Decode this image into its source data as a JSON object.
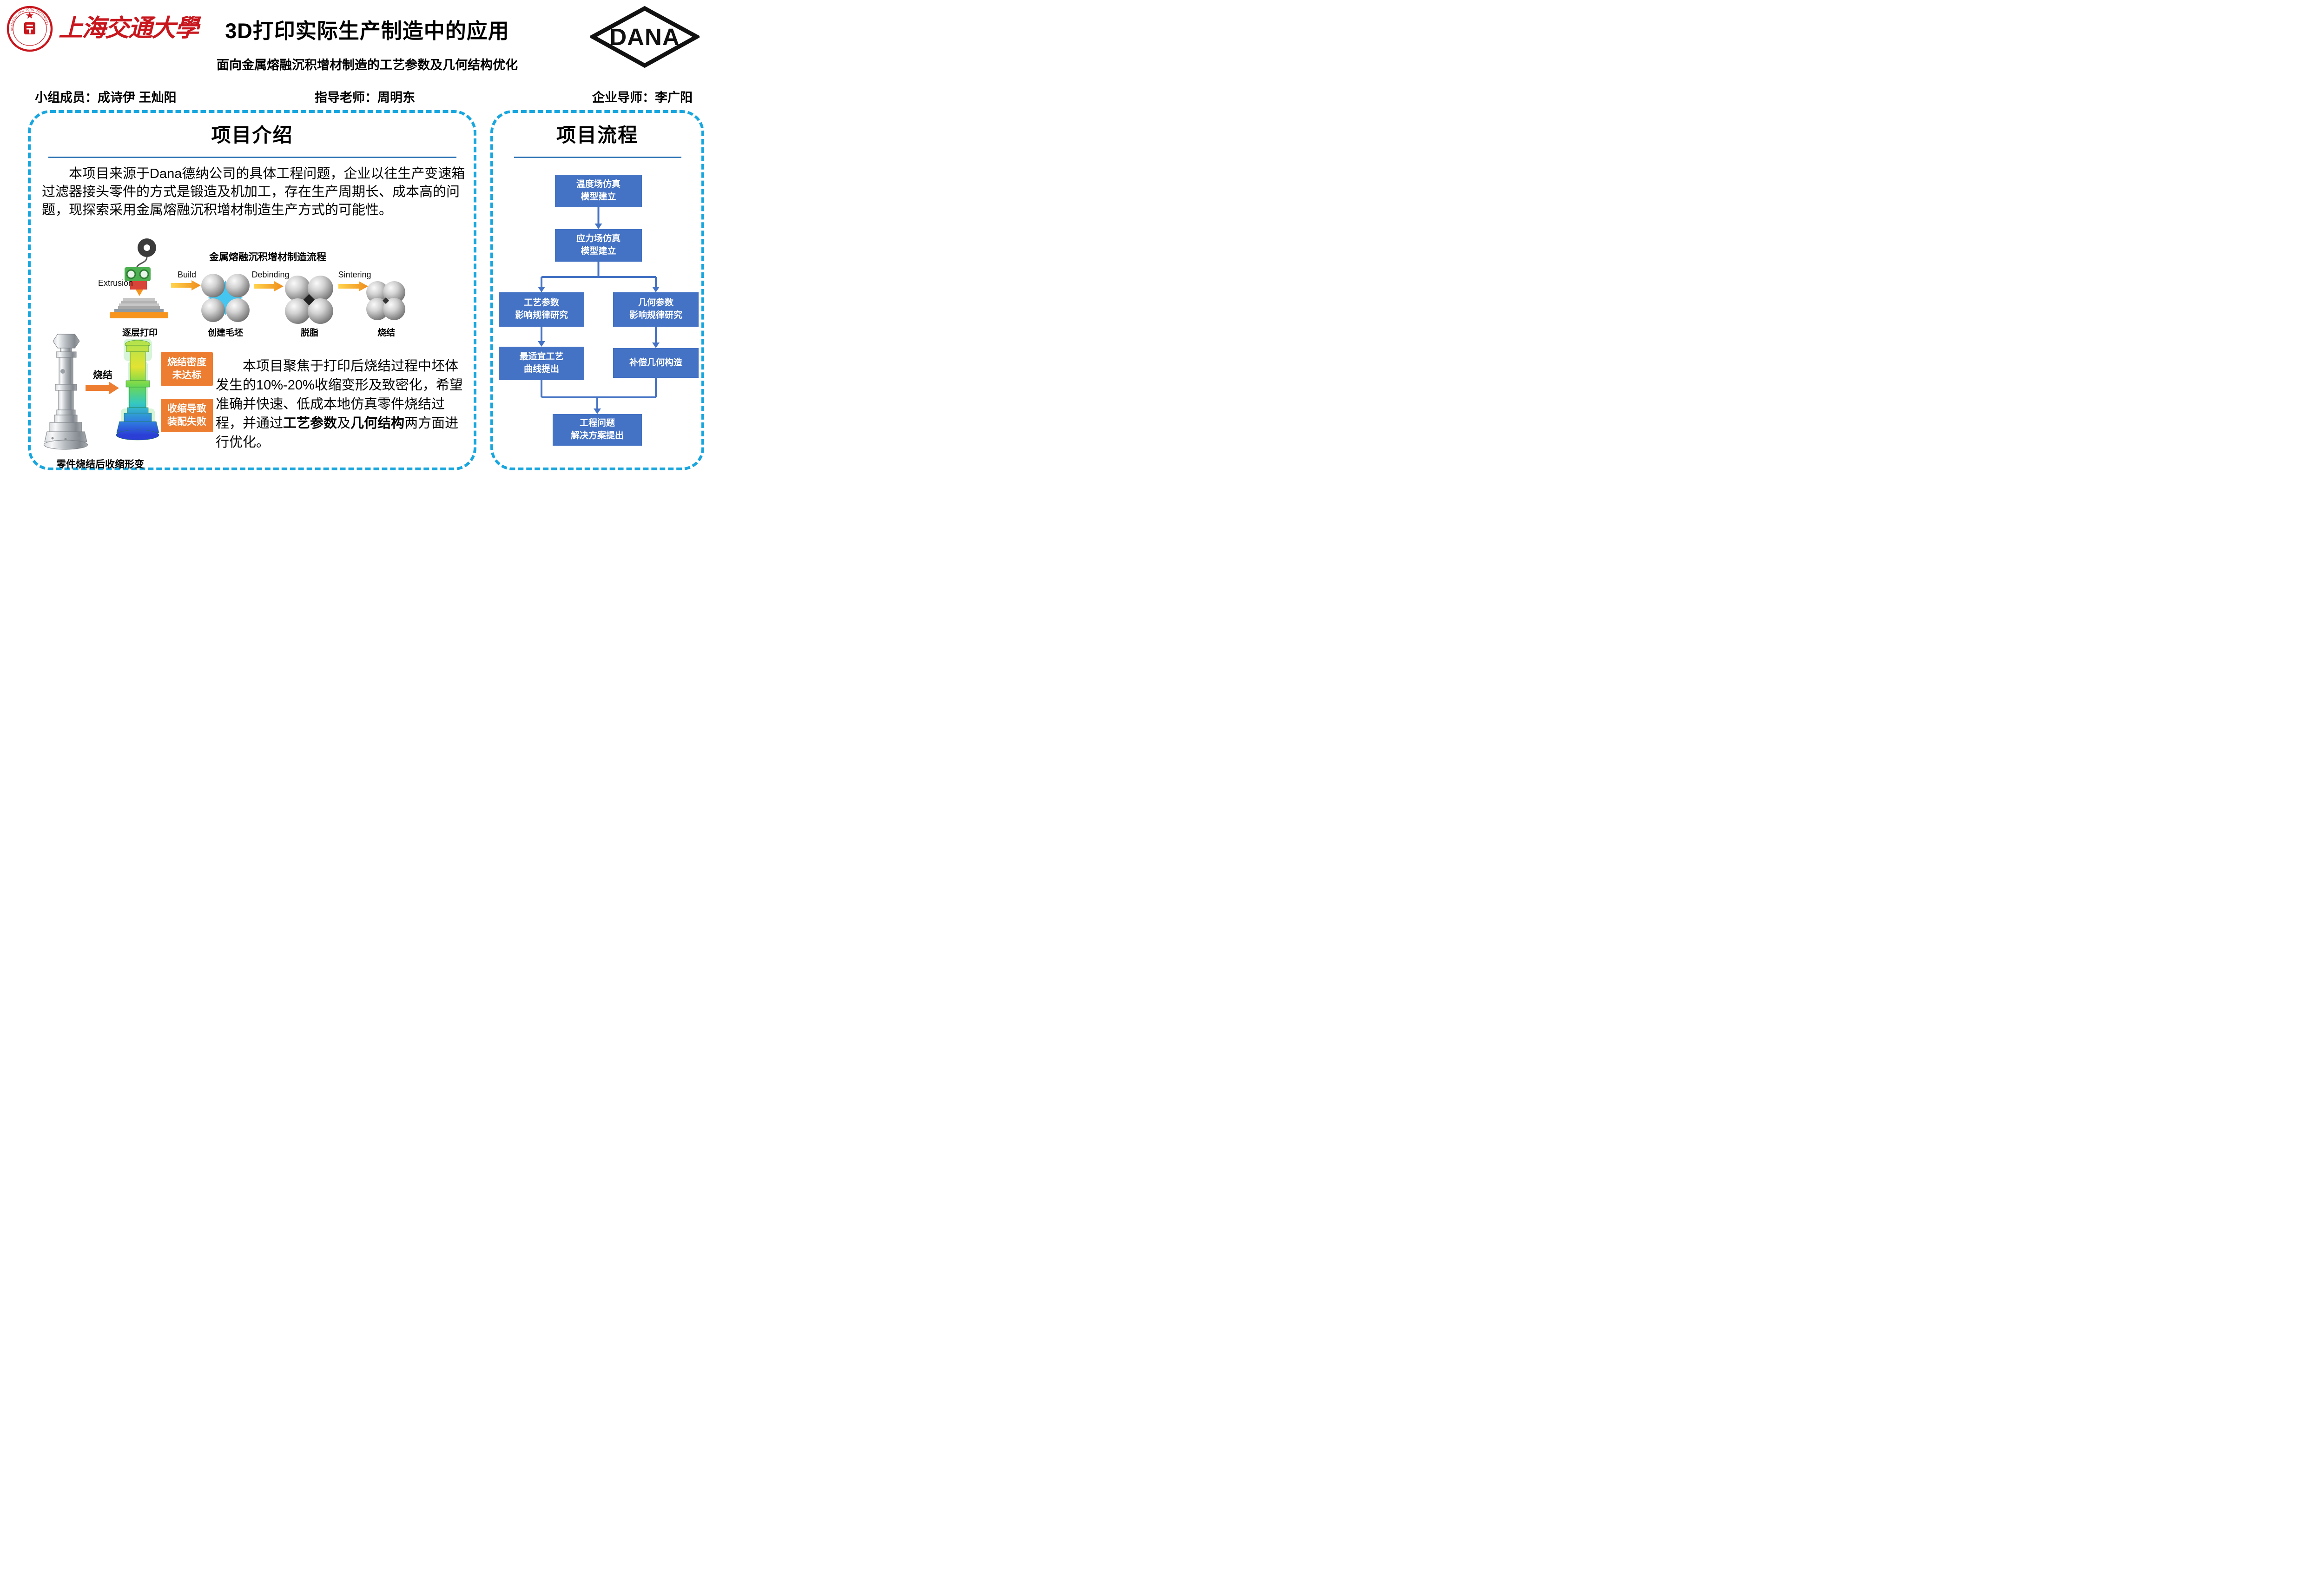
{
  "header": {
    "university_wordmark": "上海交通大學",
    "seal_ring_text": "SHANGHAI JIAO TONG UNIVERSITY",
    "title": "3D打印实际生产制造中的应用",
    "subtitle": "面向金属熔融沉积增材制造的工艺参数及几何结构优化",
    "dana_logo_text": "DANA",
    "team_label": "小组成员：成诗伊 王灿阳",
    "advisor_label": "指导老师：周明东",
    "mentor_label": "企业导师：李广阳"
  },
  "intro_panel": {
    "title": "项目介绍",
    "intro_paragraph": "本项目来源于Dana德纳公司的具体工程问题，企业以往生产变速箱过滤器接头零件的方式是锻造及机加工，存在生产周期长、成本高的问题，现探索采用金属熔融沉积增材制造生产方式的可能性。",
    "process_flow": {
      "title": "金属熔融沉积增材制造流程",
      "extrusion_label": "Extrusion",
      "build_label": "Build",
      "debinding_label": "Debinding",
      "sintering_label": "Sintering",
      "caption_print": "逐层打印",
      "caption_green_body": "创建毛坯",
      "caption_debind": "脱脂",
      "caption_sinter": "烧结"
    },
    "sinter_demo": {
      "arrow_label": "烧结",
      "issue1_line1": "烧结密度",
      "issue1_line2": "未达标",
      "issue2_line1": "收缩导致",
      "issue2_line2": "装配失败",
      "caption": "零件烧结后收缩形变"
    },
    "focus_paragraph": {
      "part1": "本项目聚焦于打印后烧结过程中坯体发生的10%-20%收缩变形及致密化，希望准确并快速、低成本地仿真零件烧结过程，并通过",
      "bold1": "工艺参数",
      "part2": "及",
      "bold2": "几何结构",
      "part3": "两方面进行优化。"
    }
  },
  "flow_panel": {
    "title": "项目流程",
    "boxes": [
      {
        "line1": "温度场仿真",
        "line2": "模型建立"
      },
      {
        "line1": "应力场仿真",
        "line2": "模型建立"
      },
      {
        "line1": "工艺参数",
        "line2": "影响规律研究"
      },
      {
        "line1": "几何参数",
        "line2": "影响规律研究"
      },
      {
        "line1": "最适宜工艺",
        "line2": "曲线提出"
      },
      {
        "line1": "补偿几何构造",
        "line2": ""
      },
      {
        "line1": "工程问题",
        "line2": "解决方案提出"
      }
    ]
  },
  "colors": {
    "accent_blue": "#2E74B5",
    "flow_box_blue": "#4472C4",
    "dashed_border_blue": "#18A6DF",
    "orange": "#ED7D31",
    "sjtu_red": "#C8161D"
  }
}
